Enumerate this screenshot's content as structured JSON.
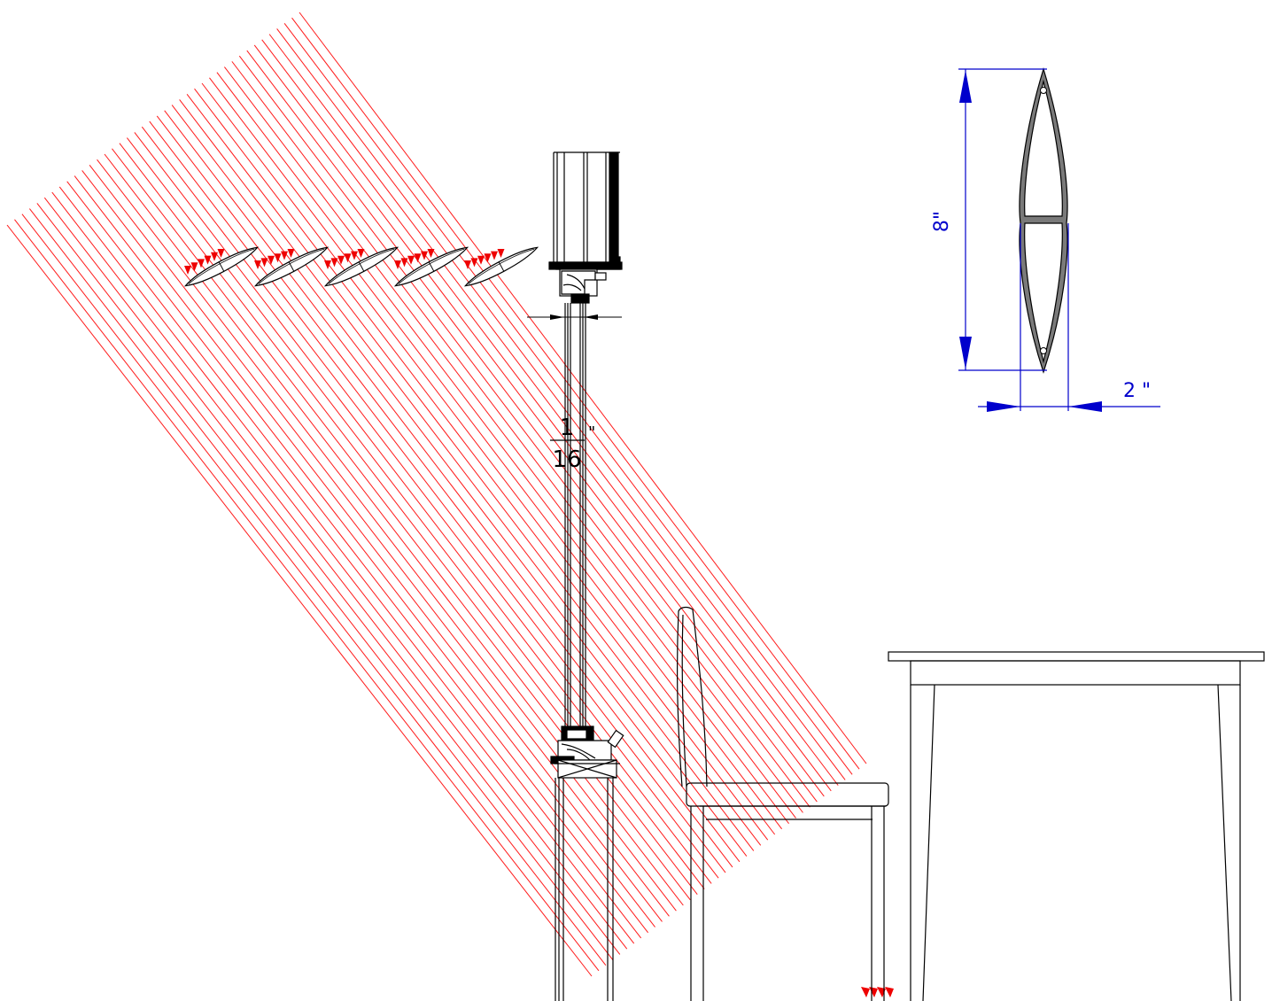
{
  "drawing": {
    "louver_count": 5,
    "ray_count": 40,
    "colors": {
      "background": "#ffffff",
      "linework": "#000000",
      "sun_rays": "#ff1a1a",
      "ray_arrows": "#ee0000",
      "dimension": "#0000cc",
      "louver_section_fill": "#7a7a7a"
    }
  },
  "detail": {
    "height_dimension_label": "8\"",
    "width_dimension_label": "2 \""
  },
  "glass": {
    "thickness_numerator": "1",
    "thickness_denominator": "16",
    "thickness_unit": "\""
  },
  "icons": {
    "ray_arrow": "triangle-arrowhead-icon",
    "dimension_arrow": "filled-arrowhead-icon"
  }
}
